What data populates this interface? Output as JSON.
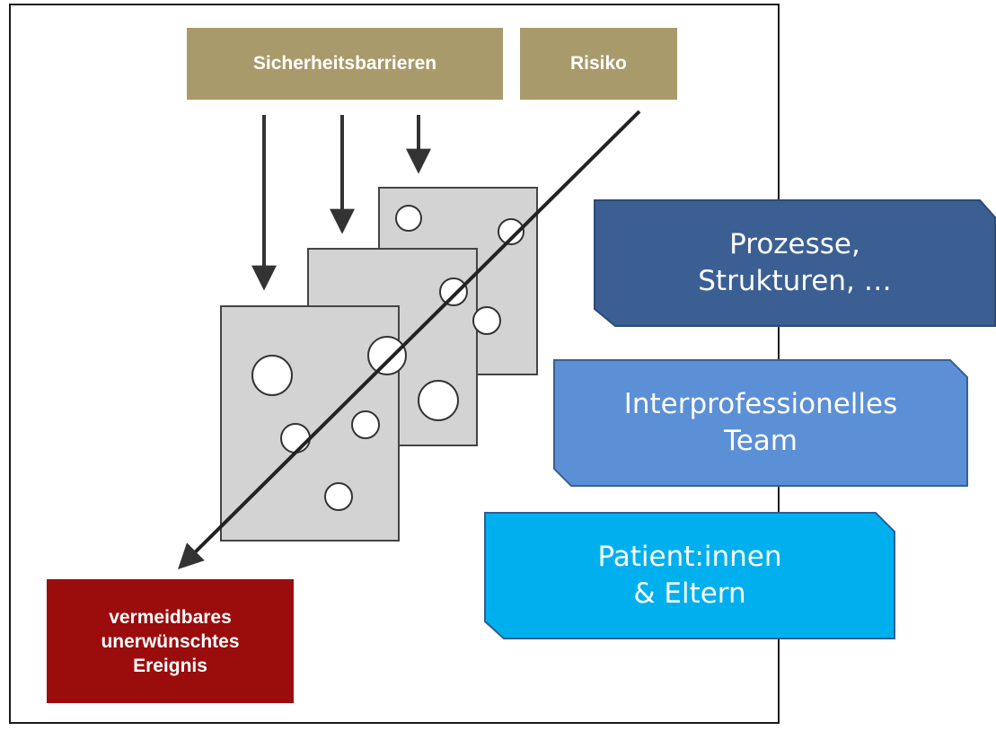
{
  "header": {
    "barriers_label": "Sicherheitsbarrieren",
    "risk_label": "Risiko"
  },
  "outcome": {
    "lines": [
      "vermeidbares",
      "unerwünschtes",
      "Ereignis"
    ]
  },
  "callouts": {
    "processes": {
      "lines": [
        "Prozesse,",
        "Strukturen, …"
      ],
      "color": "#3b5f93"
    },
    "team": {
      "lines": [
        "Interprofessionelles",
        "Team"
      ],
      "color": "#5b8fd6"
    },
    "patients": {
      "lines": [
        "Patient:innen",
        "& Eltern"
      ],
      "color": "#00b0ee"
    }
  },
  "colors": {
    "gold": "#a89a6a",
    "event_red": "#9b0c0c",
    "slice_gray": "#d3d3d3"
  }
}
